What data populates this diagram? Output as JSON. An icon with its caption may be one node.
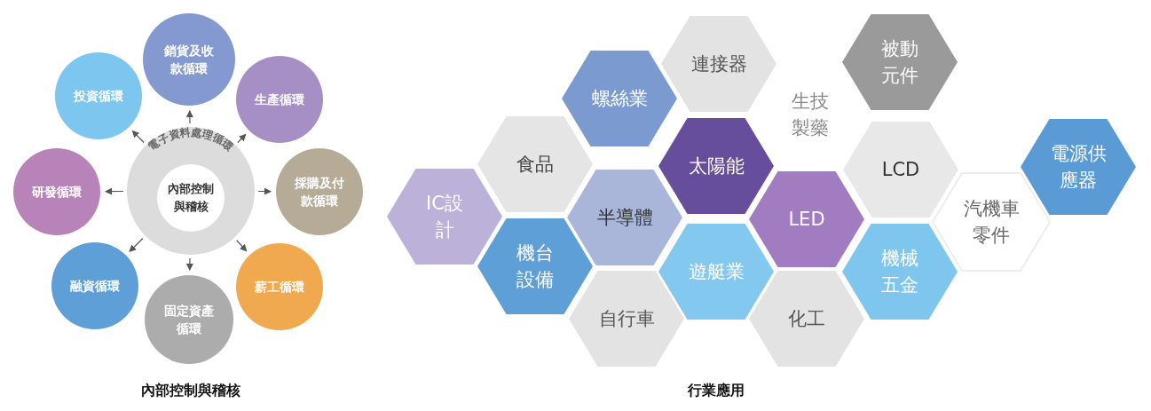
{
  "diagram": {
    "nodes": [
      {
        "text": [
          "電子資料處理循環",
          "內部控制與稽核"
        ]
      },
      {
        "text": [
          "銷貨及收款循環"
        ]
      },
      {
        "text": [
          "生產循環"
        ]
      },
      {
        "text": [
          "採購及付款循環"
        ]
      },
      {
        "text": [
          "薪工循環"
        ]
      },
      {
        "text": [
          "固定資產循環"
        ]
      },
      {
        "text": [
          "融資循環"
        ]
      },
      {
        "text": [
          "研發循環"
        ]
      },
      {
        "text": [
          "投資循環"
        ]
      },
      {
        "text": [
          "連接器"
        ]
      },
      {
        "text": [
          "螺絲業"
        ]
      },
      {
        "text": [
          "被動元件"
        ]
      },
      {
        "text": [
          "生技製藥"
        ]
      },
      {
        "text": [
          "食品"
        ]
      },
      {
        "text": [
          "太陽能"
        ]
      },
      {
        "text": [
          "LCD"
        ]
      },
      {
        "text": [
          "電源供應器"
        ]
      },
      {
        "text": [
          "IC設計"
        ]
      },
      {
        "text": [
          "半導體"
        ]
      },
      {
        "text": [
          "LED"
        ]
      },
      {
        "text": [
          "汽機車零件"
        ]
      },
      {
        "text": [
          "機台設備"
        ]
      },
      {
        "text": [
          "遊艇業"
        ]
      },
      {
        "text": [
          "機械五金"
        ]
      },
      {
        "text": [
          "自行車"
        ]
      },
      {
        "text": [
          "化工"
        ]
      }
    ],
    "edges": [
      {
        "from": 0,
        "to": 1,
        "arrow": "to"
      },
      {
        "from": 0,
        "to": 2,
        "arrow": "to"
      },
      {
        "from": 0,
        "to": 3,
        "arrow": "to"
      },
      {
        "from": 0,
        "to": 4,
        "arrow": "to"
      },
      {
        "from": 0,
        "to": 5,
        "arrow": "to"
      },
      {
        "from": 0,
        "to": 6,
        "arrow": "to"
      },
      {
        "from": 0,
        "to": 7,
        "arrow": "to"
      },
      {
        "from": 0,
        "to": 8,
        "arrow": "to"
      }
    ],
    "labels": [
      "內部控制與稽核",
      "行業應用"
    ]
  }
}
